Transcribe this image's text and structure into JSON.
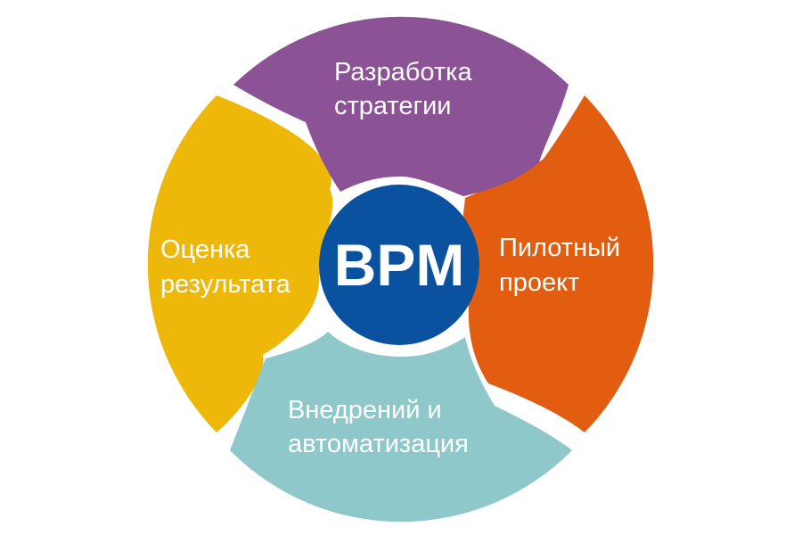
{
  "diagram": {
    "center": {
      "label": "BPM",
      "color": "#0A52A0"
    },
    "segments": [
      {
        "id": "strategy",
        "lines": [
          "Разработка",
          "стратегии"
        ],
        "color": "#8B5296"
      },
      {
        "id": "pilot",
        "lines": [
          "Пилотный",
          "проект"
        ],
        "color": "#E25D10"
      },
      {
        "id": "implementation",
        "lines": [
          "Внедрений и",
          "автоматизация"
        ],
        "color": "#8EC8CB"
      },
      {
        "id": "evaluation",
        "lines": [
          "Оценка",
          "результата"
        ],
        "color": "#EDB80A"
      }
    ]
  }
}
